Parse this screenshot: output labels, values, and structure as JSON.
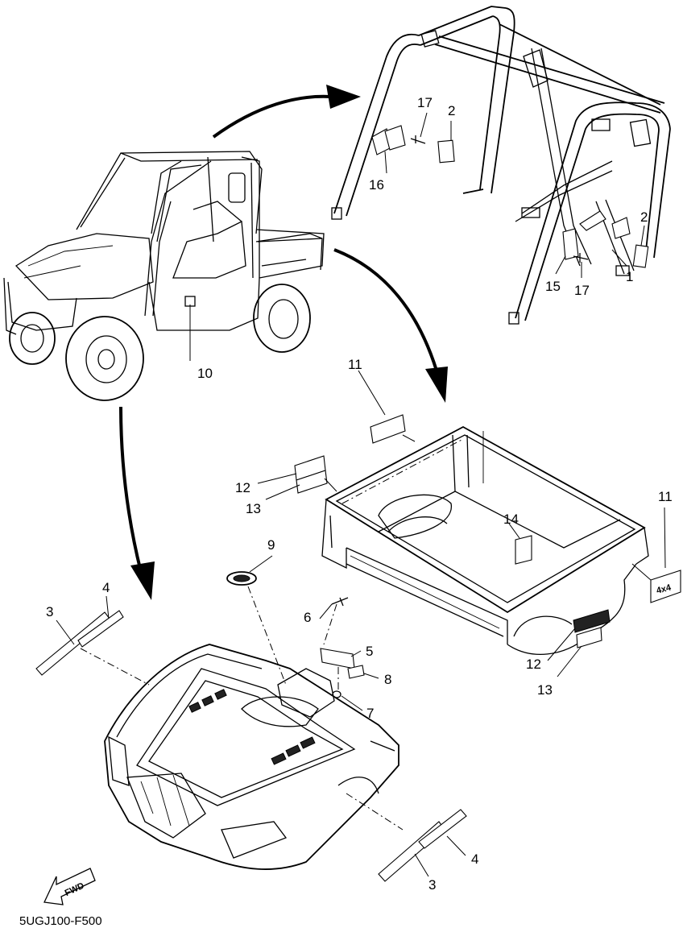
{
  "diagram": {
    "footer_code": "5UGJ100-F500",
    "fwd_label": "FWD",
    "callouts": {
      "c1": "1",
      "c2a": "2",
      "c2b": "2",
      "c3a": "3",
      "c3b": "3",
      "c4a": "4",
      "c4b": "4",
      "c5": "5",
      "c6": "6",
      "c7": "7",
      "c8": "8",
      "c9": "9",
      "c10": "10",
      "c11a": "11",
      "c11b": "11",
      "c12a": "12",
      "c12b": "12",
      "c13a": "13",
      "c13b": "13",
      "c14": "14",
      "c15": "15",
      "c16": "16",
      "c17a": "17",
      "c17b": "17"
    }
  }
}
